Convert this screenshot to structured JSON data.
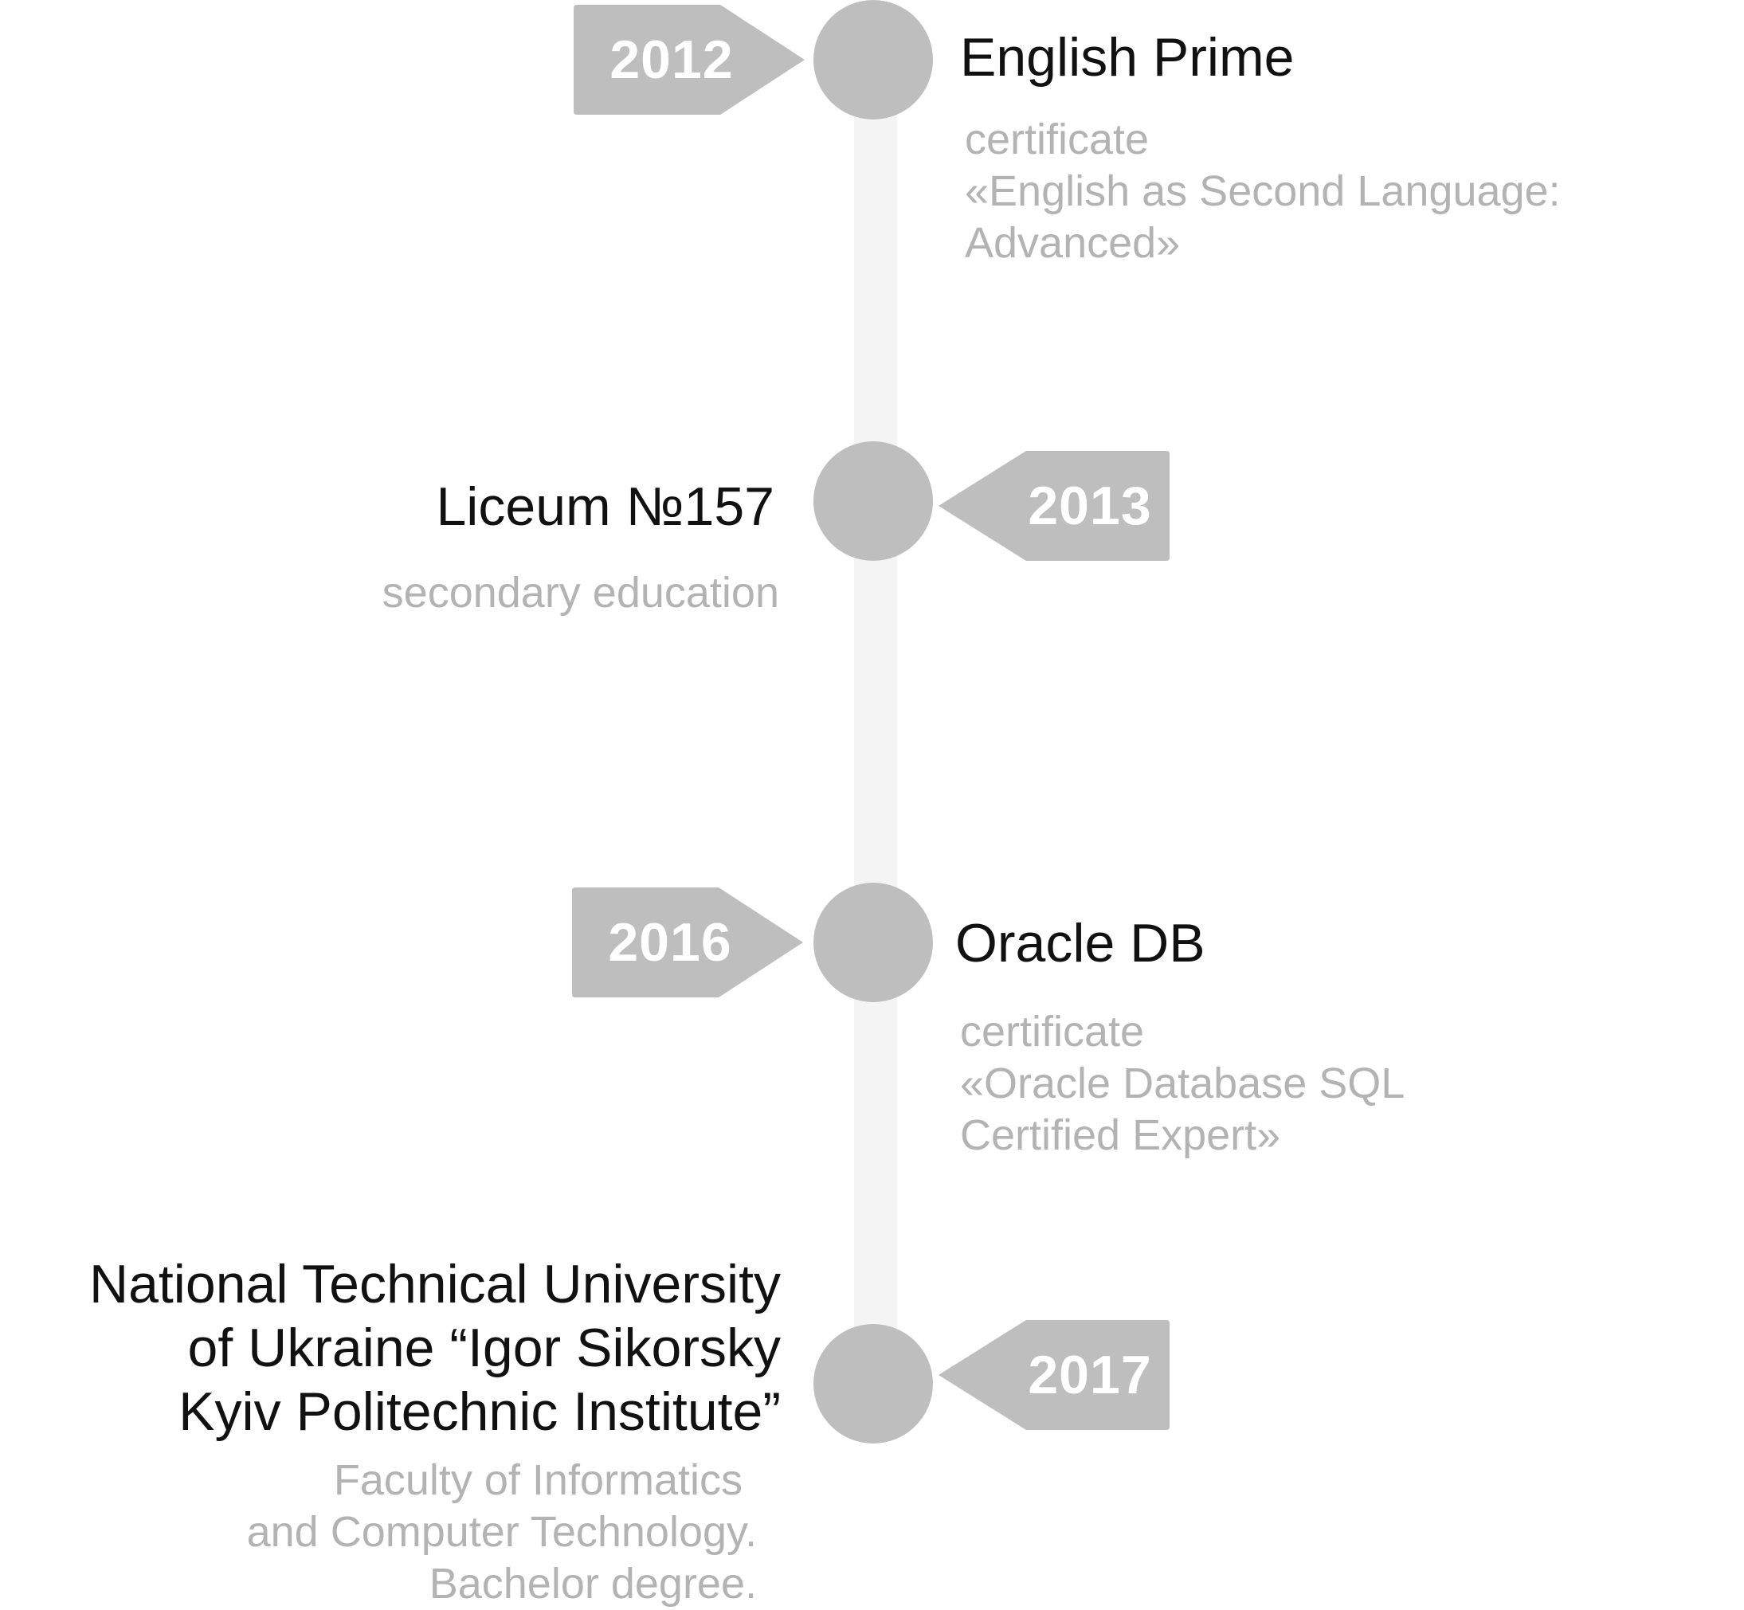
{
  "colors": {
    "spine": "#f4f4f4",
    "marker": "#bebebe",
    "tag": "#bebebe",
    "tag_text": "#ffffff",
    "title": "#111111",
    "description": "#b3b3b3"
  },
  "events": [
    {
      "year": "2012",
      "title": [
        "English Prime"
      ],
      "description": [
        "certificate",
        "«English as Second Language:",
        "Advanced»"
      ]
    },
    {
      "year": "2013",
      "title": [
        "Liceum №157"
      ],
      "description": [
        "secondary education"
      ]
    },
    {
      "year": "2016",
      "title": [
        "Oracle DB"
      ],
      "description": [
        "certificate",
        "«Oracle Database SQL",
        "Certified Expert»"
      ]
    },
    {
      "year": "2017",
      "title": [
        "National Technical University",
        "of Ukraine “Igor Sikorsky",
        "Kyiv Politechnic Institute”"
      ],
      "description": [
        "Faculty of Informatics",
        "and Computer Technology.",
        "Bachelor degree."
      ]
    }
  ]
}
